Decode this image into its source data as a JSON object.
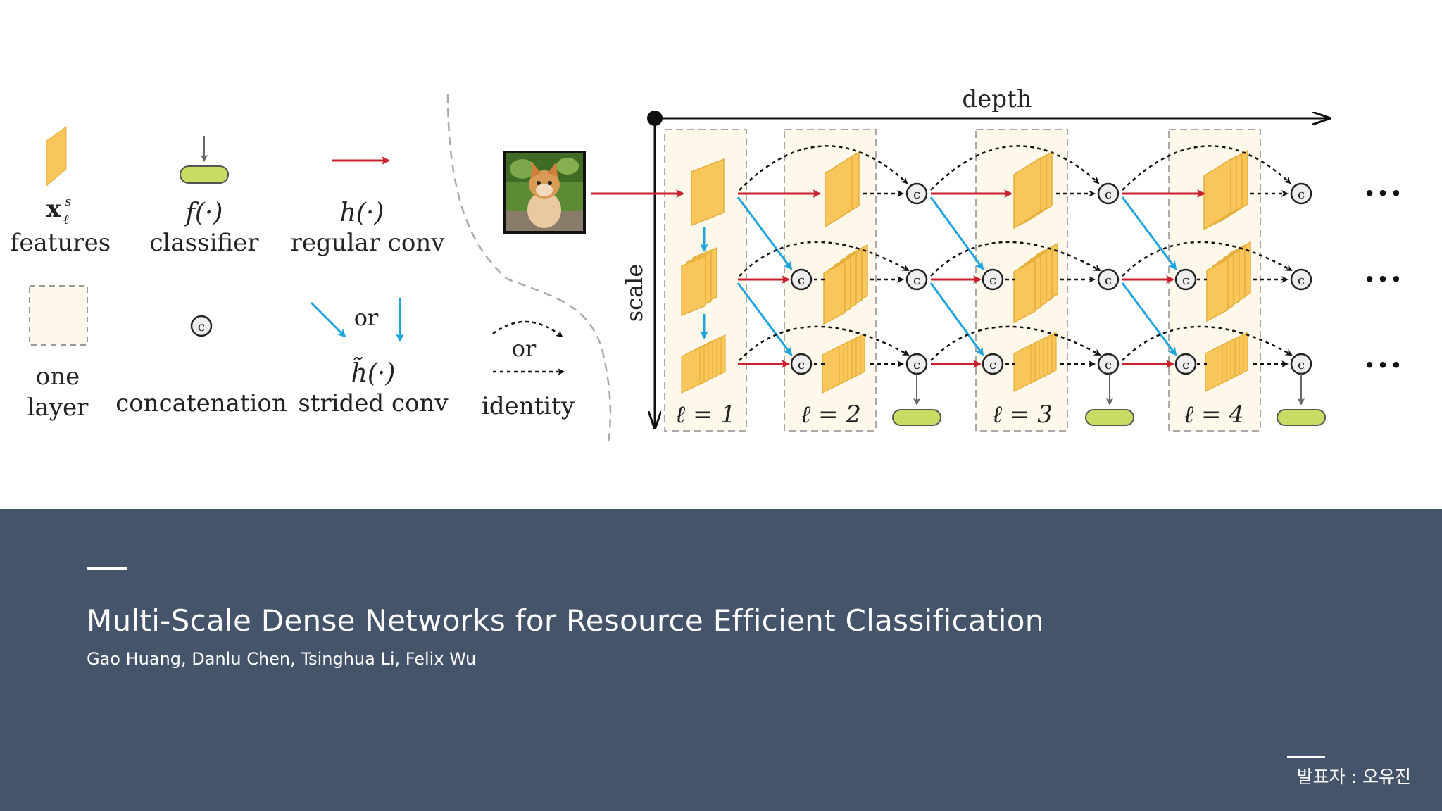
{
  "legend": {
    "features_symbol": "x",
    "features_sup": "s",
    "features_sub": "ℓ",
    "features_label": "features",
    "classifier_symbol": "f(·)",
    "classifier_label": "classifier",
    "regular_symbol": "h(·)",
    "regular_label": "regular conv",
    "layer_label_1": "one",
    "layer_label_2": "layer",
    "concat_glyph": "c",
    "concat_label": "concatenation",
    "or_label": "or",
    "strided_symbol": "h̃(·)",
    "strided_label": "strided conv",
    "identity_label": "identity"
  },
  "diagram": {
    "depth_label": "depth",
    "scale_label": "scale",
    "concat_glyph": "c",
    "ellipsis": "• • •",
    "layer_labels": [
      "ℓ = 1",
      "ℓ = 2",
      "ℓ = 3",
      "ℓ = 4"
    ],
    "colors": {
      "feature": "#f8c65a",
      "classifier": "#c6dc62",
      "regular_conv": "#c8202e",
      "strided_conv": "#1ea4dc",
      "layer_bg": "#fdf8ea"
    }
  },
  "slide": {
    "title": "Multi-Scale Dense Networks for Resource Efficient Classification",
    "authors": "Gao Huang, Danlu Chen, Tsinghua Li, Felix Wu",
    "presenter": "발표자 : 오유진"
  }
}
